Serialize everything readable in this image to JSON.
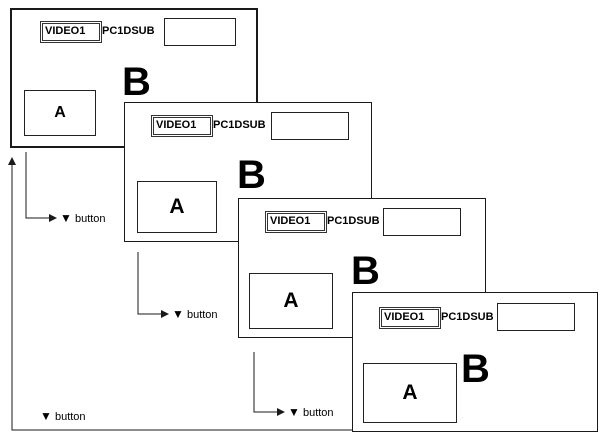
{
  "screens": [
    {
      "selected": "VIDEO1",
      "source": "PC1DSUB",
      "main": "B",
      "pip": "A"
    },
    {
      "selected": "VIDEO1",
      "source": "PC1DSUB",
      "main": "B",
      "pip": "A"
    },
    {
      "selected": "VIDEO1",
      "source": "PC1DSUB",
      "main": "B",
      "pip": "A"
    },
    {
      "selected": "VIDEO1",
      "source": "PC1DSUB",
      "main": "B",
      "pip": "A"
    }
  ],
  "buttons": [
    {
      "symbol": "▼",
      "label": "button"
    },
    {
      "symbol": "▼",
      "label": "button"
    },
    {
      "symbol": "▼",
      "label": "button"
    },
    {
      "symbol": "▼",
      "label": "button"
    }
  ],
  "colors": {
    "line": "#1a1a1a",
    "background": "#ffffff"
  }
}
